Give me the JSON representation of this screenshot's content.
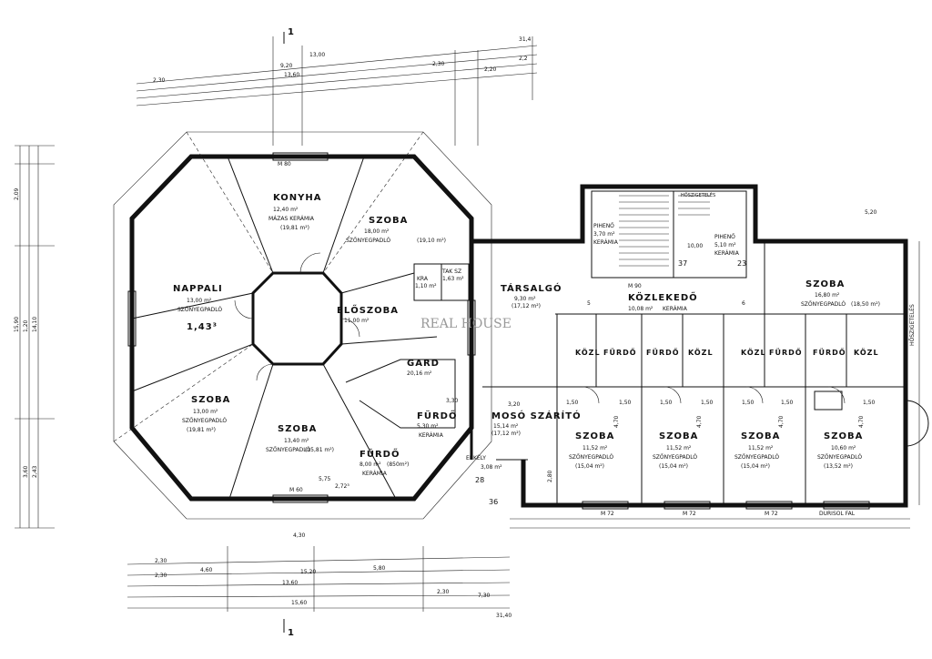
{
  "watermark": "REAL HOUSE",
  "section_marks": [
    "1",
    "1"
  ],
  "rooms": [
    {
      "name": "KONYHA",
      "area": "12,40 m²",
      "floor": "MÁZAS KERÁMIA",
      "extra": "(19,81 m²)"
    },
    {
      "name": "SZOBA",
      "area": "18,00 m²",
      "floor": "SZŐNYEGPADLÓ",
      "extra": "(19,10 m²)"
    },
    {
      "name": "NAPPALI",
      "area": "13,00 m²",
      "floor": "SZŐNYEGPADLÓ",
      "extra": "1,43³"
    },
    {
      "name": "ELŐSZOBA",
      "area": "11,00 m²",
      "floor": "",
      "extra": ""
    },
    {
      "name": "SZOBA",
      "area": "13,00 m²",
      "floor": "SZŐNYEGPADLÓ",
      "extra": "(19,81 m²)"
    },
    {
      "name": "SZOBA",
      "area": "13,40 m²",
      "floor": "SZŐNYEGPADLÓ",
      "extra": "(15,81 m²)"
    },
    {
      "name": "FÜRDŐ",
      "area": "8,00 m²",
      "floor": "KERÁMIA",
      "extra": "(850m²)"
    },
    {
      "name": "GARD",
      "area": "20,16 m²",
      "floor": "",
      "extra": ""
    },
    {
      "name": "FÜRDŐ",
      "area": "5,30 m²",
      "floor": "KERÁMIA",
      "extra": ""
    },
    {
      "name": "KRA",
      "area": "1,10 m²",
      "floor": "",
      "extra": ""
    },
    {
      "name": "TAK SZ",
      "area": "1,63 m²",
      "floor": "",
      "extra": ""
    },
    {
      "name": "TÁRSALGÓ",
      "area": "9,30 m²",
      "floor": "",
      "extra": "(17,12 m²)"
    },
    {
      "name": "MOSÓ SZÁRÍTÓ",
      "area": "15,14 m²",
      "floor": "",
      "extra": "(17,12 m²)"
    },
    {
      "name": "ERKÉLY",
      "area": "3,08 m²",
      "floor": "",
      "extra": ""
    },
    {
      "name": "KÖZLEKEDŐ",
      "area": "10,08 m²",
      "floor": "KERÁMIA",
      "extra": ""
    },
    {
      "name": "PIHENŐ",
      "area": "3,70 m²",
      "floor": "KERÁMIA",
      "extra": ""
    },
    {
      "name": "PIHENŐ",
      "area": "5,10 m²",
      "floor": "KERÁMIA",
      "extra": ""
    },
    {
      "name": "SZOBA",
      "area": "16,80 m²",
      "floor": "SZŐNYEGPADLÓ",
      "extra": "(18,50 m²)"
    },
    {
      "name": "SZOBA",
      "area": "11,52 m²",
      "floor": "SZŐNYEGPADLÓ",
      "extra": "(15,04 m²)"
    },
    {
      "name": "SZOBA",
      "area": "11,52 m²",
      "floor": "SZŐNYEGPADLÓ",
      "extra": "(15,04 m²)"
    },
    {
      "name": "SZOBA",
      "area": "11,52 m²",
      "floor": "SZŐNYEGPADLÓ",
      "extra": "(15,04 m²)"
    },
    {
      "name": "SZOBA",
      "area": "10,60 m²",
      "floor": "SZŐNYEGPADLÓ",
      "extra": "(13,52 m²)"
    }
  ],
  "small_rooms": [
    "KÖZL",
    "FÜRDŐ",
    "FÜRDŐ",
    "KÖZL",
    "KÖZL",
    "FÜRDŐ",
    "FÜRDŐ",
    "KÖZL"
  ],
  "wall_notes": [
    "DURISOL FAL",
    "HŐSZIGETELÉS",
    "HŐSZIGETELÉS"
  ],
  "dims_top": [
    "31,4",
    "13,00",
    "9,20",
    "13,60",
    "2,30",
    "2,20",
    "2,30",
    "2,2"
  ],
  "dims_bottom": [
    "2,30",
    "4,60",
    "5,80",
    "2,30",
    "13,60",
    "15,20",
    "15,60",
    "2,30",
    "7,30",
    "31,40"
  ],
  "dims_left": [
    "2,09",
    "15,90",
    "1,20",
    "14,10",
    "3,60",
    "2,43"
  ],
  "dims_misc": [
    "5,75",
    "2,72³",
    "3,30",
    "4,30",
    "3,20",
    "1,50",
    "1,50",
    "1,50",
    "1,50",
    "1,50",
    "1,50",
    "1,50",
    "4,70",
    "4,70",
    "4,70",
    "4,70",
    "2,80",
    "5,20",
    "5",
    "6",
    "10,00",
    "37",
    "23",
    "36",
    "28",
    "M 80",
    "M 60",
    "M 72",
    "M 72",
    "M 72",
    "M 90"
  ]
}
